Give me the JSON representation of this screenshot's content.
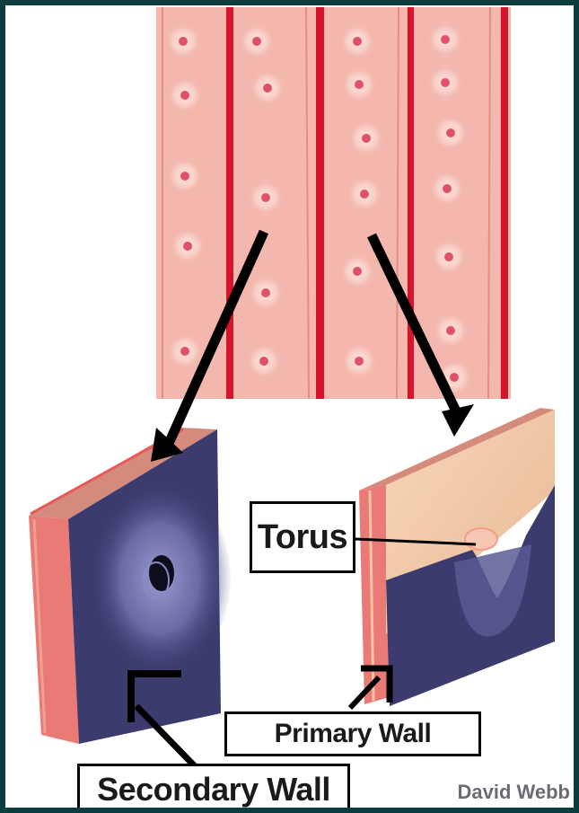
{
  "labels": {
    "torus": "Torus",
    "primary_wall": "Primary Wall",
    "secondary_wall": "Secondary Wall"
  },
  "credit": "David Webb",
  "colors": {
    "frame_background": "#0b3d3e",
    "micrograph_pink": "#f3b7ad",
    "cell_wall_red": "#d4142a",
    "pit_dot": "#e0506a",
    "wall_block_navy": "#3b3b6e",
    "wall_face_tan": "#f2c9a8",
    "arrow": "#000000"
  }
}
